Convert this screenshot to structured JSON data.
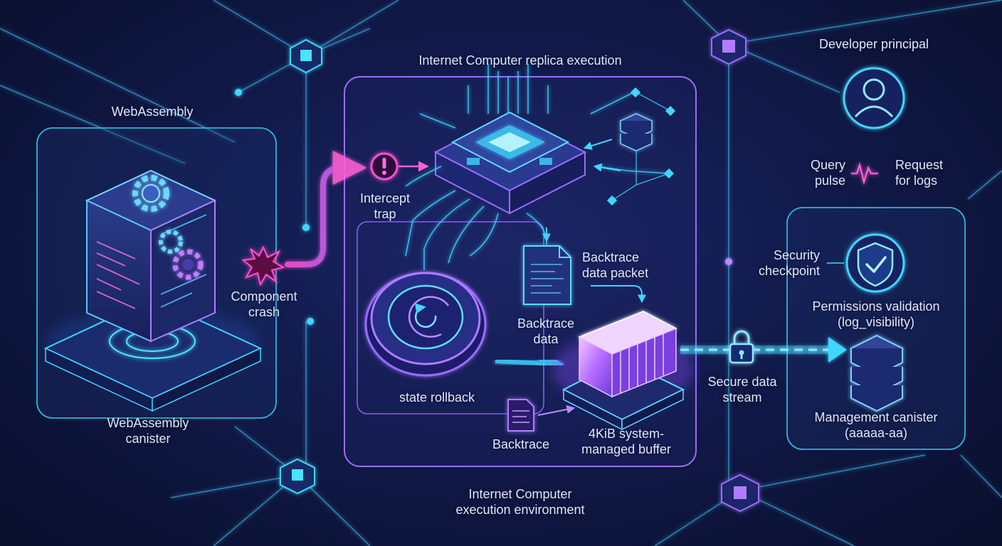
{
  "colors": {
    "cyan": "#3fd6ff",
    "violet": "#a45cff",
    "pink": "#ff4fd0",
    "panel_border_cyan": "#2fb4d9",
    "panel_border_violet": "#9a6cff"
  },
  "panels": {
    "webassembly_title": "WebAssembly",
    "replica_title": "Internet Computer replica execution",
    "environment_title": "Internet Computer execution environment",
    "developer_title": "Developer principal"
  },
  "labels": {
    "webassembly_canister": "WebAssembly canister",
    "component_crash": "Component crash",
    "intercept_trap": "Intercept trap",
    "state_rollback": "state rollback",
    "backtrace_data_packet": "Backtrace data packet",
    "backtrace_data": "Backtrace data",
    "backtrace": "Backtrace",
    "buffer": "4KiB system-managed buffer",
    "secure_data_stream": "Secure data stream",
    "query_pulse": "Query pulse",
    "request_for_logs": "Request for logs",
    "security_checkpoint": "Security checkpoint",
    "permissions_validation": "Permissions validation (log_visibility)",
    "management_canister": "Management canister (aaaaa-aa)"
  },
  "icons": [
    "gear-icon",
    "crash-burst-icon",
    "alert-icon",
    "processor-chip-icon",
    "rollback-spiral-icon",
    "document-icon",
    "buffer-block-icon",
    "padlock-icon",
    "user-icon",
    "shield-check-icon",
    "server-stack-icon",
    "pulse-icon",
    "network-node-icon"
  ]
}
